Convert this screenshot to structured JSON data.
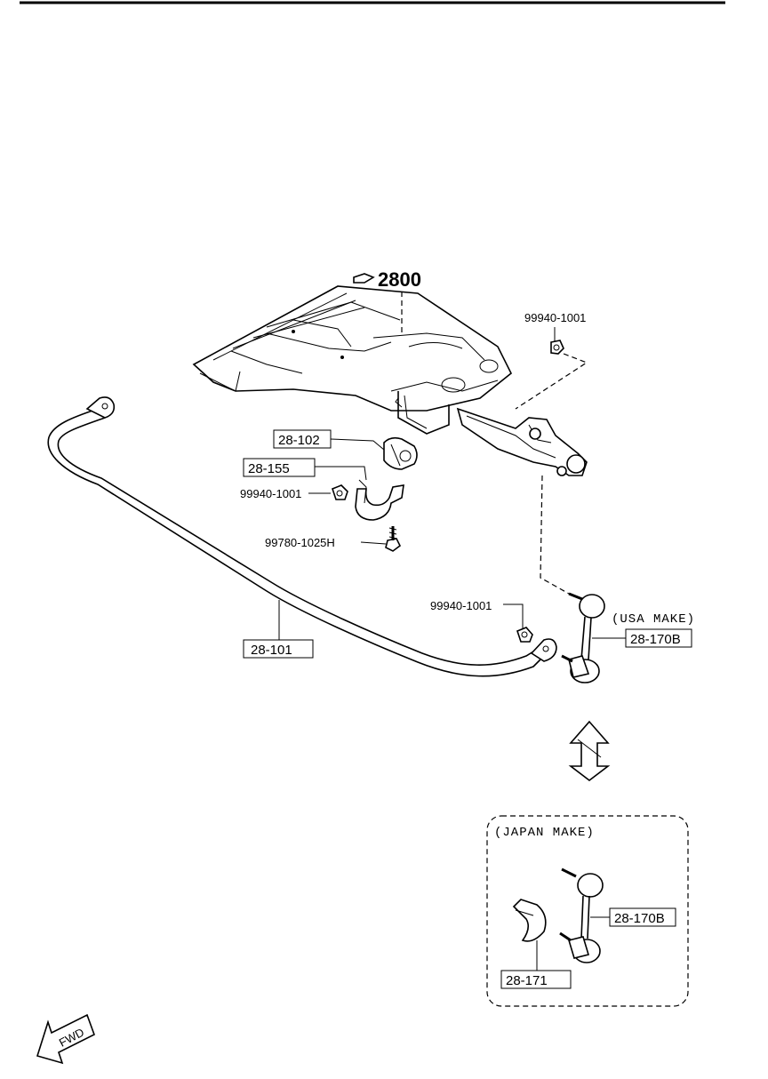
{
  "assembly": {
    "ref": "2800"
  },
  "parts": {
    "p28_102": "28-102",
    "p28_155": "28-155",
    "p28_101": "28-101",
    "p28_170b_usa": "28-170B",
    "p28_170b_jp": "28-170B",
    "p28_171": "28-171",
    "nut_top": "99940-1001",
    "nut_mid": "99940-1001",
    "nut_low": "99940-1001",
    "bolt": "99780-1025H"
  },
  "variants": {
    "usa": "(USA MAKE)",
    "japan": "(JAPAN MAKE)"
  },
  "direction": {
    "label": "FWD"
  }
}
